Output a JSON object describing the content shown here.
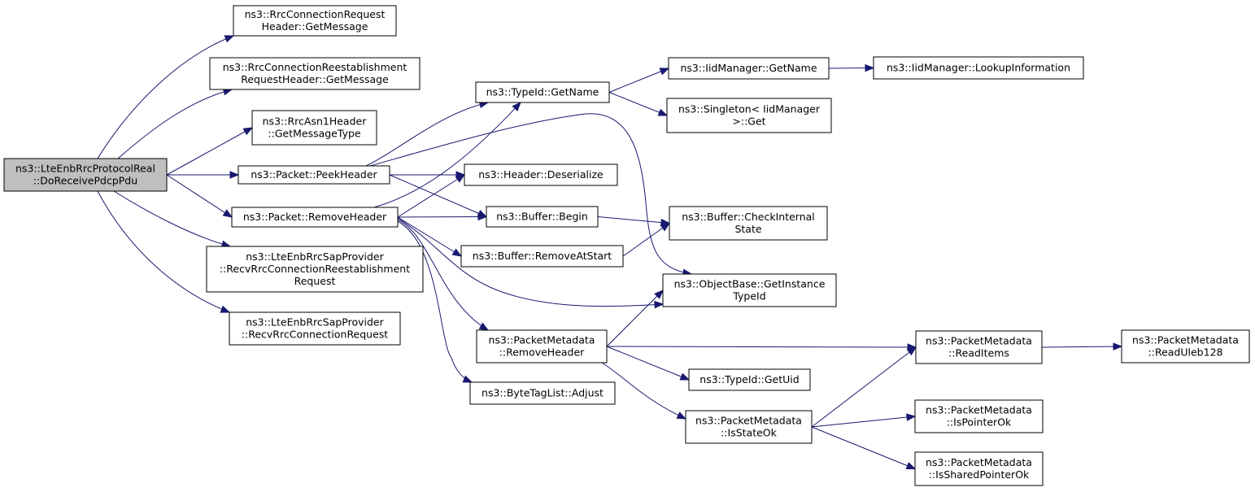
{
  "colors": {
    "edge": "#191970",
    "root_fill": "#bfbfbf",
    "node_fill": "#ffffff",
    "border": "#000000"
  },
  "nodes": [
    {
      "id": "root",
      "lines": [
        "ns3::LteEnbRrcProtocolReal",
        "::DoReceivePdcpPdu"
      ],
      "root": true
    },
    {
      "id": "rrcConnReqGetMessage",
      "lines": [
        "ns3::RrcConnectionRequest",
        "Header::GetMessage"
      ]
    },
    {
      "id": "rrcReestGetMessage",
      "lines": [
        "ns3::RrcConnectionReestablishment",
        "RequestHeader::GetMessage"
      ]
    },
    {
      "id": "getMessageType",
      "lines": [
        "ns3::RrcAsn1Header",
        "::GetMessageType"
      ]
    },
    {
      "id": "peekHeader",
      "lines": [
        "ns3::Packet::PeekHeader"
      ]
    },
    {
      "id": "removeHeader",
      "lines": [
        "ns3::Packet::RemoveHeader"
      ]
    },
    {
      "id": "recvReestablishment",
      "lines": [
        "ns3::LteEnbRrcSapProvider",
        "::RecvRrcConnectionReestablishment",
        "Request"
      ]
    },
    {
      "id": "recvRequest",
      "lines": [
        "ns3::LteEnbRrcSapProvider",
        "::RecvRrcConnectionRequest"
      ]
    },
    {
      "id": "typeIdGetName",
      "lines": [
        "ns3::TypeId::GetName"
      ]
    },
    {
      "id": "headerDeserialize",
      "lines": [
        "ns3::Header::Deserialize"
      ]
    },
    {
      "id": "bufferBegin",
      "lines": [
        "ns3::Buffer::Begin"
      ]
    },
    {
      "id": "bufferRemoveAtStart",
      "lines": [
        "ns3::Buffer::RemoveAtStart"
      ]
    },
    {
      "id": "pmRemoveHeader",
      "lines": [
        "ns3::PacketMetadata",
        "::RemoveHeader"
      ]
    },
    {
      "id": "byteTagListAdjust",
      "lines": [
        "ns3::ByteTagList::Adjust"
      ]
    },
    {
      "id": "iidGetName",
      "lines": [
        "ns3::IidManager::GetName"
      ]
    },
    {
      "id": "singletonGet",
      "lines": [
        "ns3::Singleton< IidManager",
        " >::Get"
      ]
    },
    {
      "id": "checkInternalState",
      "lines": [
        "ns3::Buffer::CheckInternal",
        "State"
      ]
    },
    {
      "id": "getInstanceTypeId",
      "lines": [
        "ns3::ObjectBase::GetInstance",
        "TypeId"
      ]
    },
    {
      "id": "typeIdGetUid",
      "lines": [
        "ns3::TypeId::GetUid"
      ]
    },
    {
      "id": "isStateOk",
      "lines": [
        "ns3::PacketMetadata",
        "::IsStateOk"
      ]
    },
    {
      "id": "lookupInformation",
      "lines": [
        "ns3::IidManager::LookupInformation"
      ]
    },
    {
      "id": "readItems",
      "lines": [
        "ns3::PacketMetadata",
        "::ReadItems"
      ]
    },
    {
      "id": "isPointerOk",
      "lines": [
        "ns3::PacketMetadata",
        "::IsPointerOk"
      ]
    },
    {
      "id": "isSharedPointerOk",
      "lines": [
        "ns3::PacketMetadata",
        "::IsSharedPointerOk"
      ]
    },
    {
      "id": "readUleb128",
      "lines": [
        "ns3::PacketMetadata",
        "::ReadUleb128"
      ]
    }
  ],
  "edges": [
    [
      "root",
      "rrcConnReqGetMessage"
    ],
    [
      "root",
      "rrcReestGetMessage"
    ],
    [
      "root",
      "getMessageType"
    ],
    [
      "root",
      "peekHeader"
    ],
    [
      "root",
      "removeHeader"
    ],
    [
      "root",
      "recvReestablishment"
    ],
    [
      "root",
      "recvRequest"
    ],
    [
      "peekHeader",
      "typeIdGetName"
    ],
    [
      "peekHeader",
      "headerDeserialize"
    ],
    [
      "peekHeader",
      "bufferBegin"
    ],
    [
      "peekHeader",
      "getInstanceTypeId"
    ],
    [
      "removeHeader",
      "typeIdGetName"
    ],
    [
      "removeHeader",
      "headerDeserialize"
    ],
    [
      "removeHeader",
      "bufferBegin"
    ],
    [
      "removeHeader",
      "bufferRemoveAtStart"
    ],
    [
      "removeHeader",
      "getInstanceTypeId"
    ],
    [
      "removeHeader",
      "pmRemoveHeader"
    ],
    [
      "removeHeader",
      "byteTagListAdjust"
    ],
    [
      "typeIdGetName",
      "iidGetName"
    ],
    [
      "typeIdGetName",
      "singletonGet"
    ],
    [
      "iidGetName",
      "lookupInformation"
    ],
    [
      "bufferBegin",
      "checkInternalState"
    ],
    [
      "bufferRemoveAtStart",
      "checkInternalState"
    ],
    [
      "pmRemoveHeader",
      "getInstanceTypeId"
    ],
    [
      "pmRemoveHeader",
      "readItems"
    ],
    [
      "pmRemoveHeader",
      "typeIdGetUid"
    ],
    [
      "pmRemoveHeader",
      "isStateOk"
    ],
    [
      "isStateOk",
      "readItems"
    ],
    [
      "isStateOk",
      "isPointerOk"
    ],
    [
      "isStateOk",
      "isSharedPointerOk"
    ],
    [
      "readItems",
      "readUleb128"
    ]
  ]
}
